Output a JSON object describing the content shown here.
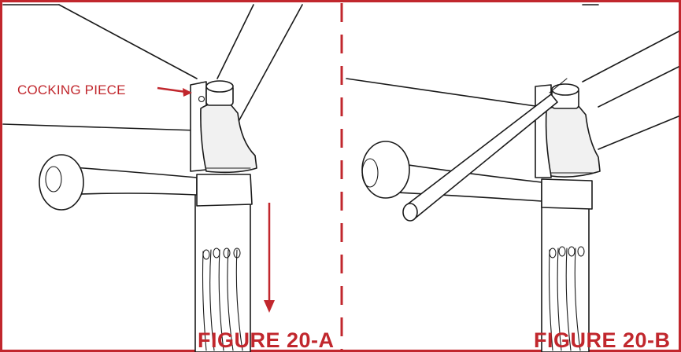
{
  "panels": {
    "left": {
      "caption": "FIGURE 20-A",
      "callout": "COCKING PIECE"
    },
    "right": {
      "caption": "FIGURE 20-B"
    }
  },
  "colors": {
    "accent": "#c1272d",
    "line": "#1a1a1a",
    "background": "#ffffff"
  }
}
